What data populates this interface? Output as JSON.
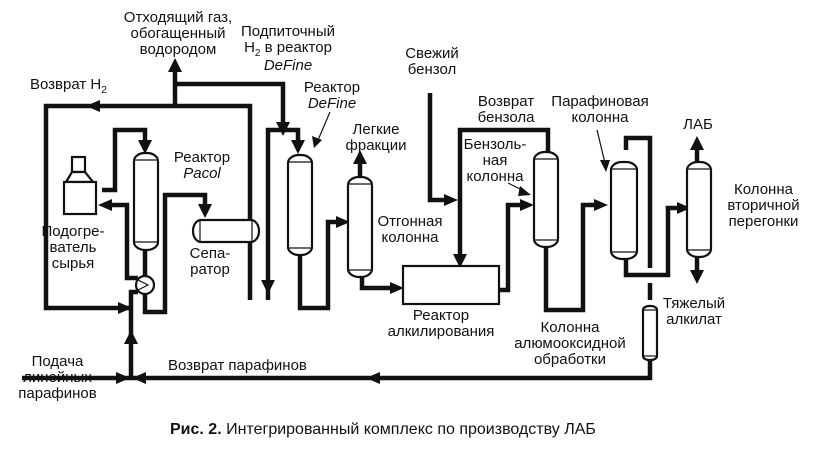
{
  "title": "Интегрированный комплекс по производству ЛАБ",
  "caption": {
    "prefix": "Рис. 2.",
    "text": "Интегрированный комплекс по производству ЛАБ"
  },
  "labels": {
    "offgas": [
      "Отходящий газ,",
      "обогащенный",
      "водородом"
    ],
    "h2_return": {
      "text": "Возврат H",
      "sub": "2"
    },
    "makeup_h2": {
      "line1": "Подпиточный",
      "line2_prefix": "H",
      "line2_sub": "2",
      "line2_suffix": " в реактор",
      "line3": "DeFine"
    },
    "fresh_benzene": [
      "Свежий",
      "бензол"
    ],
    "benzene_return": [
      "Возврат",
      "бензола"
    ],
    "paraffin_column": [
      "Парафиновая",
      "колонна"
    ],
    "lab": "ЛАБ",
    "pacol_reactor": {
      "line1": "Реактор",
      "line2": "Pacol"
    },
    "define_reactor": {
      "line1": "Реактор",
      "line2": "DeFine"
    },
    "light_fractions": [
      "Легкие",
      "фракции"
    ],
    "benzene_column": [
      "Бензоль-",
      "ная",
      "колонна"
    ],
    "heater": [
      "Подогре-",
      "ватель",
      "сырья"
    ],
    "separator": [
      "Сепа-",
      "ратор"
    ],
    "stripper": [
      "Отгонная",
      "колонна"
    ],
    "rerun_column": [
      "Колонна",
      "вторичной",
      "перегонки"
    ],
    "heavy_alkylate": [
      "Тяжелый",
      "алкилат"
    ],
    "alkylation_reactor": [
      "Реактор",
      "алкилирования"
    ],
    "alumina_column": [
      "Колонна",
      "алюмооксидной",
      "обработки"
    ],
    "paraffin_feed": [
      "Подача",
      "линейных",
      "парафинов"
    ],
    "paraffin_return": "Возврат парафинов"
  },
  "equipment": [
    {
      "id": "heater",
      "name": "Подогреватель сырья"
    },
    {
      "id": "pacol-reactor",
      "name": "Реактор Pacol"
    },
    {
      "id": "heat-exchanger",
      "name": "Теплообменник"
    },
    {
      "id": "separator",
      "name": "Сепаратор"
    },
    {
      "id": "define-reactor",
      "name": "Реактор DeFine"
    },
    {
      "id": "stripper",
      "name": "Отгонная колонна"
    },
    {
      "id": "alkylation-reactor",
      "name": "Реактор алкилирования"
    },
    {
      "id": "benzene-column",
      "name": "Бензольная колонна"
    },
    {
      "id": "paraffin-column",
      "name": "Парафиновая колонна"
    },
    {
      "id": "rerun-column",
      "name": "Колонна вторичной перегонки"
    },
    {
      "id": "alumina-column",
      "name": "Колонна алюмооксидной обработки"
    }
  ]
}
